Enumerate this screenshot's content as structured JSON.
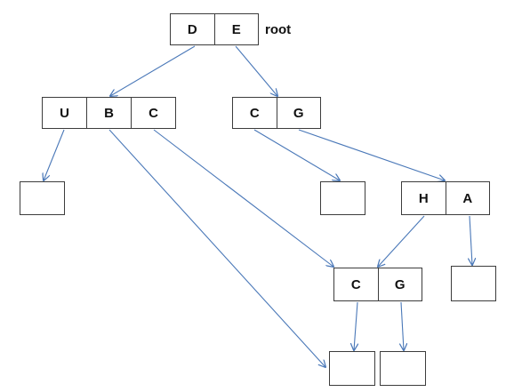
{
  "nodes": {
    "root": {
      "keys": [
        "D",
        "E"
      ],
      "label": "root"
    },
    "ubc": {
      "keys": [
        "U",
        "B",
        "C"
      ]
    },
    "cg_upper": {
      "keys": [
        "C",
        "G"
      ]
    },
    "leaf_u": {
      "keys": []
    },
    "leaf_cg": {
      "keys": []
    },
    "ha": {
      "keys": [
        "H",
        "A"
      ]
    },
    "cg_lower": {
      "keys": [
        "C",
        "G"
      ]
    },
    "leaf_a": {
      "keys": []
    },
    "leaf_bottom_left": {
      "keys": []
    },
    "leaf_bottom_right": {
      "keys": []
    }
  },
  "edges": [
    [
      "root",
      "ubc"
    ],
    [
      "root",
      "cg_upper"
    ],
    [
      "ubc",
      "leaf_u"
    ],
    [
      "ubc",
      "leaf_bottom_left"
    ],
    [
      "ubc",
      "cg_lower"
    ],
    [
      "cg_upper",
      "leaf_cg"
    ],
    [
      "cg_upper",
      "ha"
    ],
    [
      "ha",
      "cg_lower"
    ],
    [
      "ha",
      "leaf_a"
    ],
    [
      "cg_lower",
      "leaf_bottom_left"
    ],
    [
      "cg_lower",
      "leaf_bottom_right"
    ]
  ],
  "colors": {
    "edge": "#4a78b8",
    "border": "#3c3c3c"
  }
}
